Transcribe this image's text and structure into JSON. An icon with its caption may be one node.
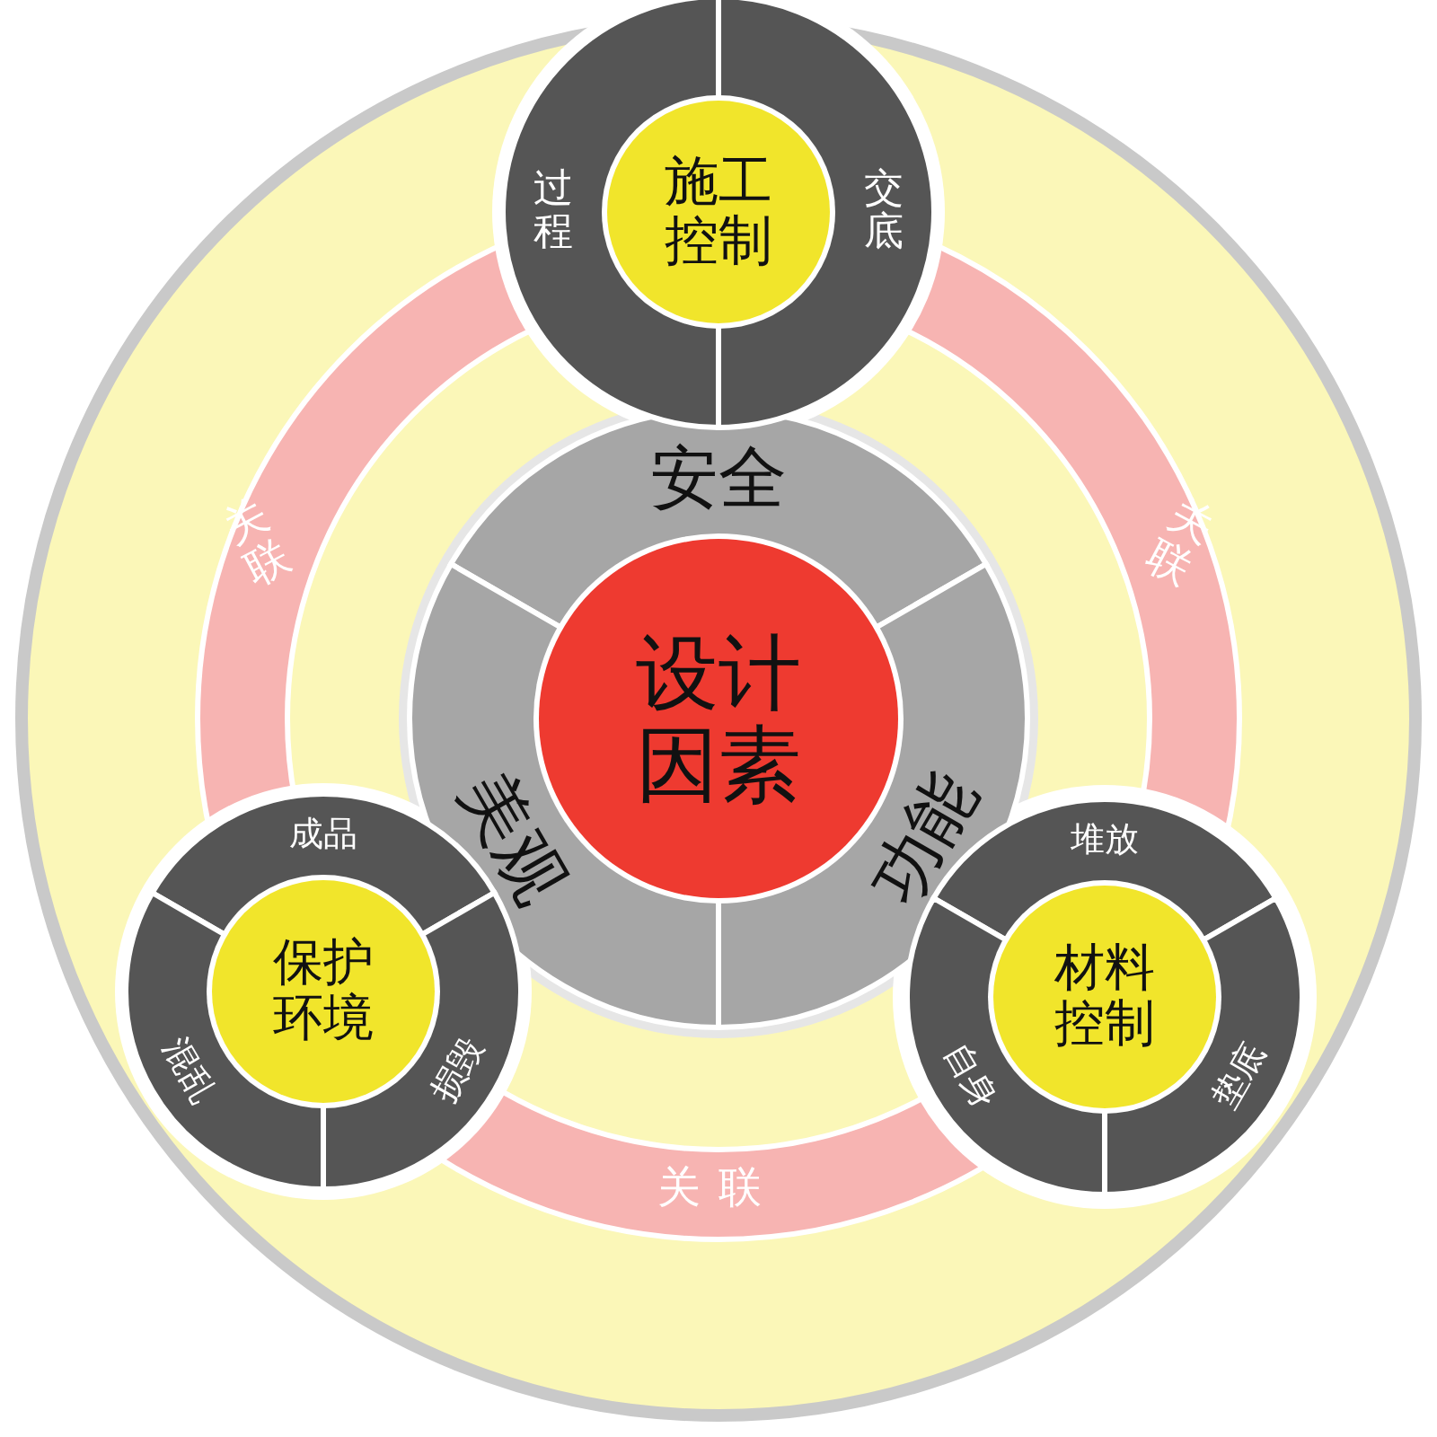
{
  "diagram": {
    "nodes": [
      {
        "text": [
          "设计因素"
        ]
      },
      {
        "text": [
          "安全"
        ]
      },
      {
        "text": [
          "功能"
        ]
      },
      {
        "text": [
          "美观"
        ]
      },
      {
        "text": [
          "施工控制"
        ]
      },
      {
        "text": [
          "过程"
        ]
      },
      {
        "text": [
          "交底"
        ]
      },
      {
        "text": [
          "保护环境"
        ]
      },
      {
        "text": [
          "成品"
        ]
      },
      {
        "text": [
          "混乱"
        ]
      },
      {
        "text": [
          "损毁"
        ]
      },
      {
        "text": [
          "材料控制"
        ]
      },
      {
        "text": [
          "堆放"
        ]
      },
      {
        "text": [
          "自身"
        ]
      },
      {
        "text": [
          "垫底"
        ]
      }
    ],
    "labels": [
      "关联",
      "关联",
      "关联"
    ]
  }
}
